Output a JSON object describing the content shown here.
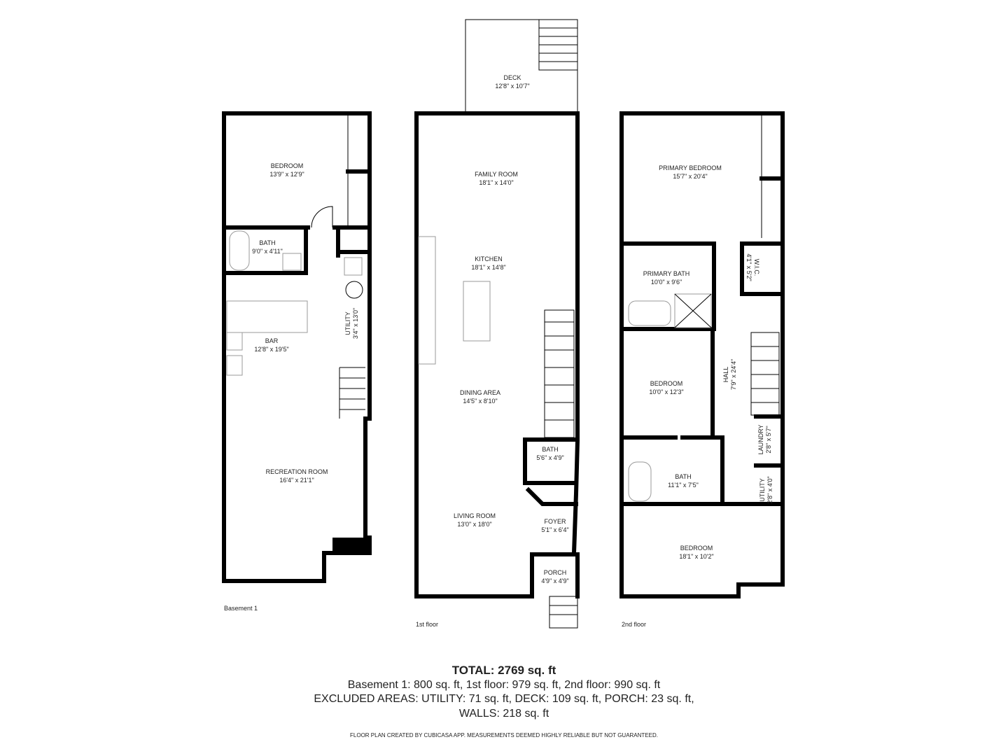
{
  "floors": [
    {
      "label": "Basement 1",
      "rooms": [
        {
          "name": "BEDROOM",
          "size": "13'9\" x 12'9\""
        },
        {
          "name": "BATH",
          "size": "9'0\" x 4'11\""
        },
        {
          "name": "UTILITY",
          "size": "3'4\" x 13'0\""
        },
        {
          "name": "BAR",
          "size": "12'8\" x 19'5\""
        },
        {
          "name": "RECREATION ROOM",
          "size": "16'4\" x 21'1\""
        }
      ]
    },
    {
      "label": "1st floor",
      "rooms": [
        {
          "name": "DECK",
          "size": "12'8\" x 10'7\""
        },
        {
          "name": "FAMILY ROOM",
          "size": "18'1\" x 14'0\""
        },
        {
          "name": "KITCHEN",
          "size": "18'1\" x 14'8\""
        },
        {
          "name": "DINING AREA",
          "size": "14'5\" x 8'10\""
        },
        {
          "name": "BATH",
          "size": "5'6\" x 4'9\""
        },
        {
          "name": "LIVING ROOM",
          "size": "13'0\" x 18'0\""
        },
        {
          "name": "FOYER",
          "size": "5'1\" x 6'4\""
        },
        {
          "name": "PORCH",
          "size": "4'9\" x 4'9\""
        }
      ]
    },
    {
      "label": "2nd floor",
      "rooms": [
        {
          "name": "PRIMARY BEDROOM",
          "size": "15'7\" x 20'4\""
        },
        {
          "name": "PRIMARY BATH",
          "size": "10'0\" x 9'6\""
        },
        {
          "name": "W.I.C.",
          "size": "4'1\" x 5'2\""
        },
        {
          "name": "HALL",
          "size": "7'9\" x 24'4\""
        },
        {
          "name": "BEDROOM",
          "size": "10'0\" x 12'3\""
        },
        {
          "name": "LAUNDRY",
          "size": "2'8\" x 5'7\""
        },
        {
          "name": "BATH",
          "size": "11'1\" x 7'5\""
        },
        {
          "name": "UTILITY",
          "size": "2'8\" x 4'0\""
        },
        {
          "name": "BEDROOM",
          "size": "18'1\" x 10'2\""
        }
      ]
    }
  ],
  "summary": {
    "total": "TOTAL: 2769 sq. ft",
    "line1": "Basement 1: 800 sq. ft, 1st floor: 979 sq. ft, 2nd floor: 990 sq. ft",
    "line2": "EXCLUDED AREAS: UTILITY: 71 sq. ft, DECK: 109 sq. ft, PORCH: 23 sq. ft,",
    "line3": "WALLS: 218 sq. ft",
    "disclaimer": "FLOOR PLAN CREATED BY CUBICASA APP. MEASUREMENTS DEEMED HIGHLY RELIABLE BUT NOT GUARANTEED."
  }
}
